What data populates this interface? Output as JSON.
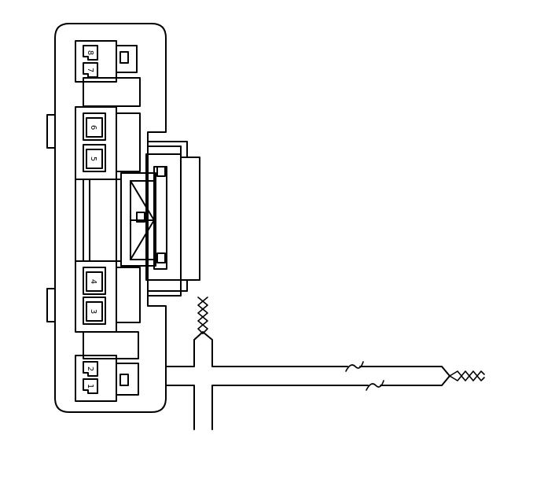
{
  "diagram": {
    "stroke_color": "#000000",
    "background_color": "#ffffff",
    "connector_cells": {
      "cell_8": "8",
      "cell_7": "7",
      "cell_6": "6",
      "cell_5": "5",
      "cell_4": "4",
      "cell_3": "3",
      "cell_2": "2",
      "cell_1": "1"
    }
  }
}
